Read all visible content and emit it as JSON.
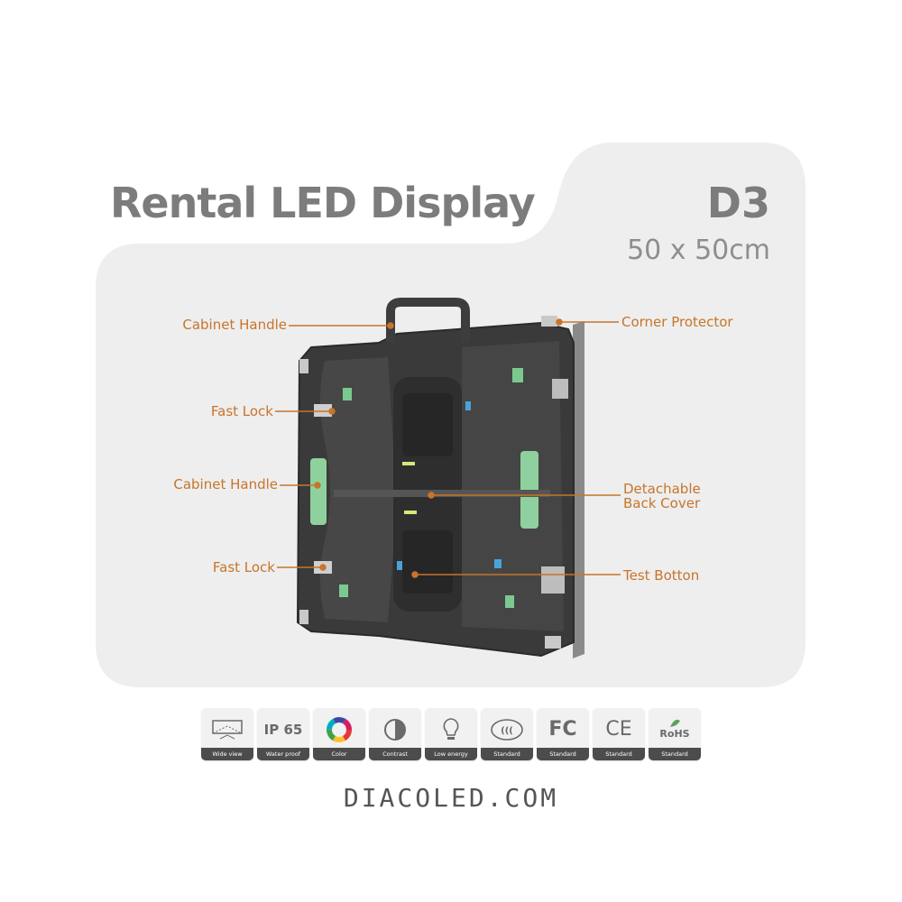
{
  "header": {
    "title": "Rental LED Display",
    "model": "D3",
    "size": "50 x 50cm"
  },
  "callouts": {
    "cabinet_handle_top": "Cabinet Handle",
    "fast_lock_top": "Fast Lock",
    "cabinet_handle_side": "Cabinet Handle",
    "fast_lock_bottom": "Fast Lock",
    "corner_protector": "Corner Protector",
    "detachable_line1": "Detachable",
    "detachable_line2": "Back Cover",
    "test_button": "Test Botton"
  },
  "features": [
    {
      "icon": "wide-view-icon",
      "glyph": "",
      "caption": "Wide view"
    },
    {
      "icon": "ip65-icon",
      "glyph": "IP 65",
      "caption": "Water proof"
    },
    {
      "icon": "color-wheel-icon",
      "glyph": "",
      "caption": "Color"
    },
    {
      "icon": "contrast-icon",
      "glyph": "",
      "caption": "Contrast"
    },
    {
      "icon": "bulb-icon",
      "glyph": "",
      "caption": "Low energy"
    },
    {
      "icon": "ccc-icon",
      "glyph": "",
      "caption": "Standard"
    },
    {
      "icon": "fc-icon",
      "glyph": "FC",
      "caption": "Standard"
    },
    {
      "icon": "ce-icon",
      "glyph": "CE",
      "caption": "Standard"
    },
    {
      "icon": "rohs-icon",
      "glyph": "RoHS",
      "caption": "Standard"
    }
  ],
  "footer": {
    "site": "DIACOLED.COM"
  },
  "colors": {
    "card": "#eeeeee",
    "title": "#7c7c7c",
    "callout": "#c8742a",
    "cabinet": "#3a3a3a",
    "accent_green": "#8fd19e"
  }
}
